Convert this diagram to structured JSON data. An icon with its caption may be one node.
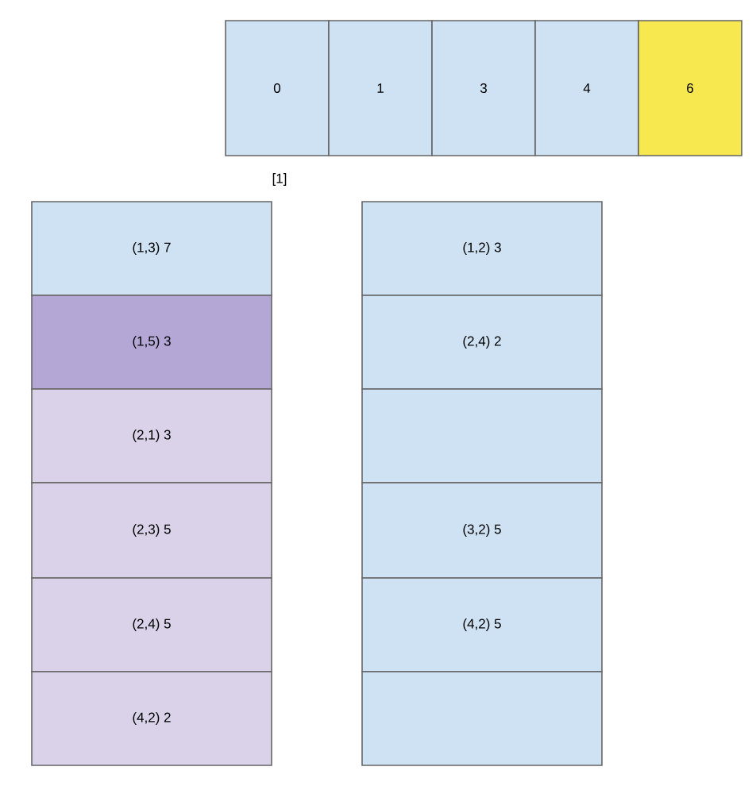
{
  "diagram": {
    "nodes": [
      {
        "text": [
          "0"
        ]
      },
      {
        "text": [
          "1"
        ]
      },
      {
        "text": [
          "3"
        ]
      },
      {
        "text": [
          "4"
        ]
      },
      {
        "text": [
          "6"
        ]
      },
      {
        "text": [
          "(1,3) 7"
        ]
      },
      {
        "text": [
          "(1,5) 3"
        ]
      },
      {
        "text": [
          "(2,1) 3"
        ]
      },
      {
        "text": [
          "(2,3) 5"
        ]
      },
      {
        "text": [
          "(2,4) 5"
        ]
      },
      {
        "text": [
          "(4,2) 2"
        ]
      },
      {
        "text": [
          "(1,2) 3"
        ]
      },
      {
        "text": [
          "(2,4) 2"
        ]
      },
      {
        "text": [],
        "shape": "box"
      },
      {
        "text": [
          "(3,2) 5"
        ]
      },
      {
        "text": [
          "(4,2) 5"
        ]
      },
      {
        "text": [],
        "shape": "box"
      }
    ],
    "labels": [
      "[1]"
    ]
  }
}
